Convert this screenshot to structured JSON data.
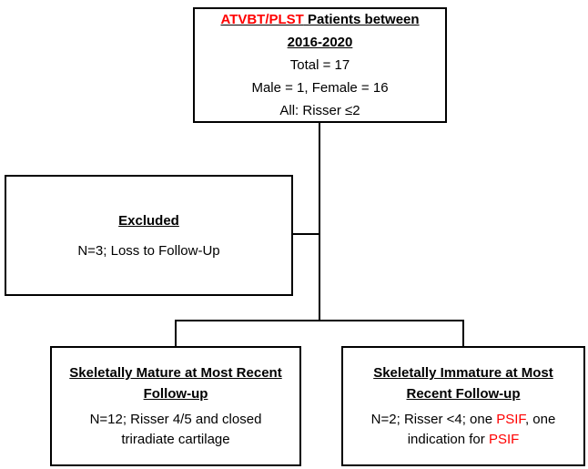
{
  "nodes": {
    "patients": {
      "title_highlight": "ATVBT/PLST",
      "title_rest": " Patients between",
      "title_line2": "2016-2020",
      "stats": [
        "Total = 17",
        "Male = 1, Female = 16",
        "All: Risser ≤2"
      ]
    },
    "excluded": {
      "title": "Excluded",
      "body": "N=3; Loss to Follow-Up"
    },
    "mature": {
      "title": "Skeletally Mature at Most Recent Follow-up",
      "body": "N=12; Risser 4/5 and closed triradiate cartilage"
    },
    "immature": {
      "title": "Skeletally Immature at Most Recent Follow-up",
      "body_seg1": "N=2; Risser <4; one ",
      "body_red1": "PSIF",
      "body_seg2": ", one indication for ",
      "body_red2": "PSIF"
    }
  },
  "colors": {
    "highlight": "#ff0000",
    "border": "#000000",
    "background": "#ffffff"
  }
}
